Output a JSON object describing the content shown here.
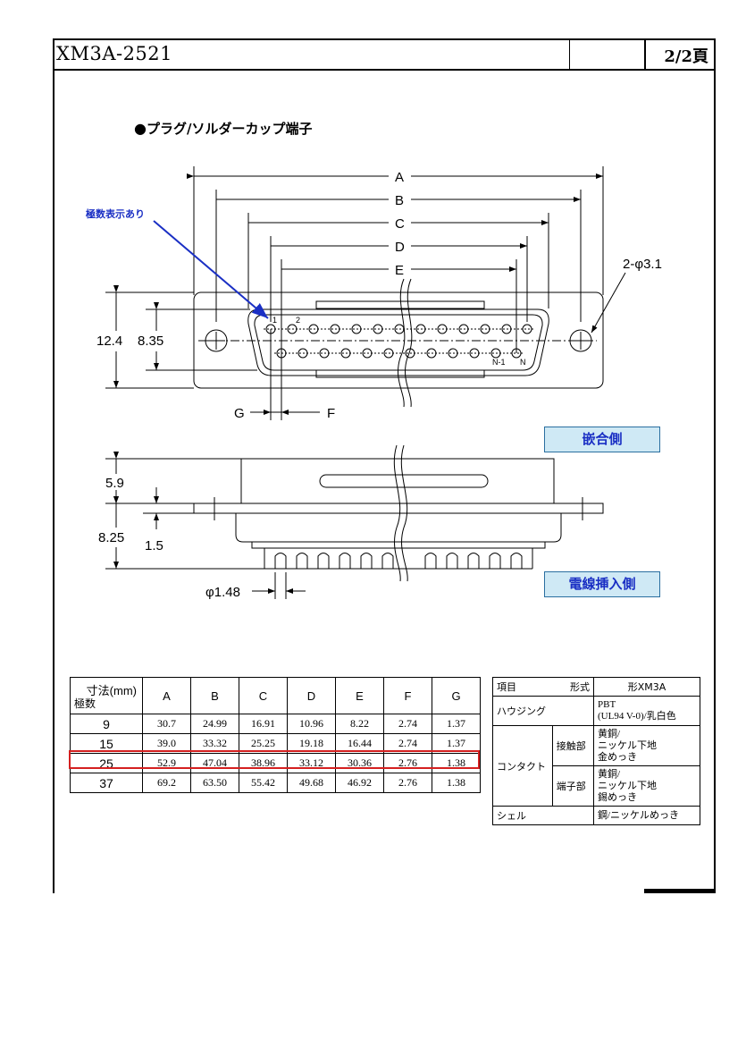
{
  "header": {
    "doc_id": "XM3A-2521",
    "page": "2/2頁"
  },
  "section_title": "プラグ/ソルダーカップ端子",
  "drawing": {
    "pole_marking_note": "極数表示あり",
    "mating_side_label": "嵌合側",
    "wire_insertion_side_label": "電線挿入側",
    "dim_labels": [
      "A",
      "B",
      "C",
      "D",
      "E"
    ],
    "hole_label": "2-φ3.1",
    "height_outer": "12.4",
    "height_inner": "8.35",
    "pin_first": "1",
    "pin_second": "2",
    "pin_n_minus_1": "N-1",
    "pin_n": "N",
    "g_label": "G",
    "f_label": "F",
    "side_dim_1": "5.9",
    "side_dim_2": "8.25",
    "side_dim_3": "1.5",
    "pin_diameter": "φ1.48"
  },
  "dimension_table": {
    "corner_top": "寸法(mm)",
    "corner_bottom": "極数",
    "columns": [
      "A",
      "B",
      "C",
      "D",
      "E",
      "F",
      "G"
    ],
    "rows": [
      {
        "poles": "9",
        "values": [
          "30.7",
          "24.99",
          "16.91",
          "10.96",
          "8.22",
          "2.74",
          "1.37"
        ]
      },
      {
        "poles": "15",
        "values": [
          "39.0",
          "33.32",
          "25.25",
          "19.18",
          "16.44",
          "2.74",
          "1.37"
        ]
      },
      {
        "poles": "25",
        "values": [
          "52.9",
          "47.04",
          "38.96",
          "33.12",
          "30.36",
          "2.76",
          "1.38"
        ]
      },
      {
        "poles": "37",
        "values": [
          "69.2",
          "63.50",
          "55.42",
          "49.68",
          "46.92",
          "2.76",
          "1.38"
        ]
      }
    ],
    "highlight_color": "#d42020"
  },
  "spec_table": {
    "item_header": "項目",
    "type_header": "形式",
    "model_header": "形XM3A",
    "housing": "ハウジング",
    "housing_value_1": "PBT",
    "housing_value_2": "(UL94 V-0)/乳白色",
    "contact": "コンタクト",
    "contact_part": "接触部",
    "contact_part_value": [
      "黄銅/",
      "ニッケル下地",
      "金めっき"
    ],
    "terminal_part": "端子部",
    "terminal_part_value": [
      "黄銅/",
      "ニッケル下地",
      "錫めっき"
    ],
    "shell": "シェル",
    "shell_value": "鋼/ニッケルめっき"
  }
}
